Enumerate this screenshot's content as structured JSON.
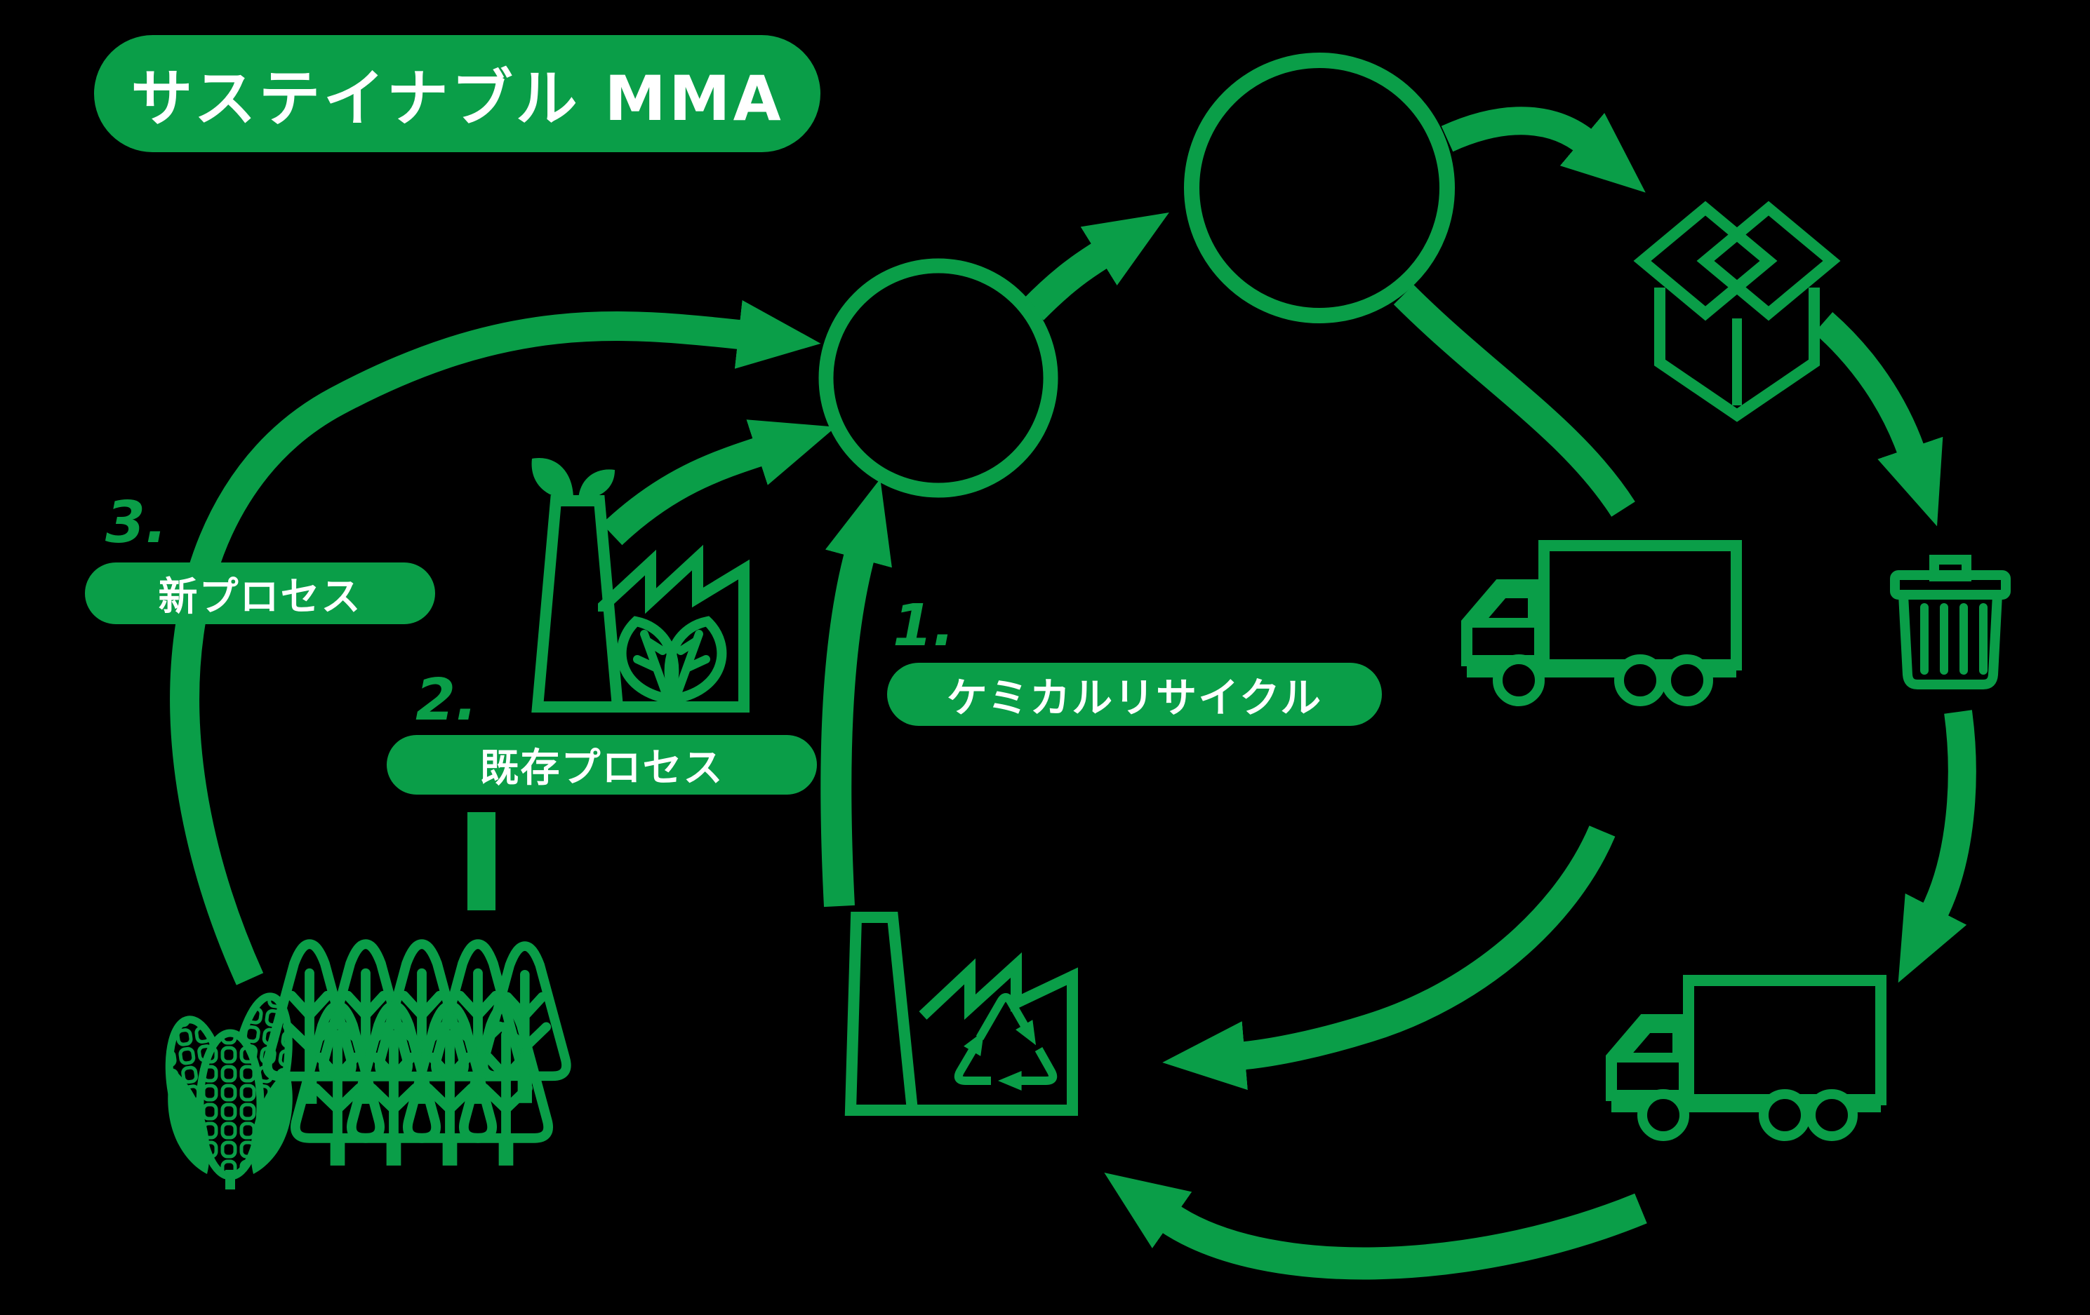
{
  "title": {
    "label": "サステイナブル MMA"
  },
  "steps": {
    "chemical_recycle": {
      "number": "1.",
      "label": "ケミカルリサイクル"
    },
    "existing_process": {
      "number": "2.",
      "label": "既存プロセス"
    },
    "new_process": {
      "number": "3.",
      "label": "新プロセス"
    }
  },
  "icons": {
    "monomer_circle": "circle-node",
    "polymer_circle": "circle-node",
    "product_box": "open-box-icon",
    "waste_bin": "trash-can-icon",
    "transport_truck": "truck-icon",
    "collection_truck": "truck-icon",
    "recycling_plant": "factory-recycle-icon",
    "bio_plant": "factory-leaf-icon",
    "corn": "corn-icon",
    "forest": "conifer-trees-icon"
  },
  "colors": {
    "green": "#0a9e48",
    "background": "#000000",
    "label_text": "#ffffff"
  }
}
